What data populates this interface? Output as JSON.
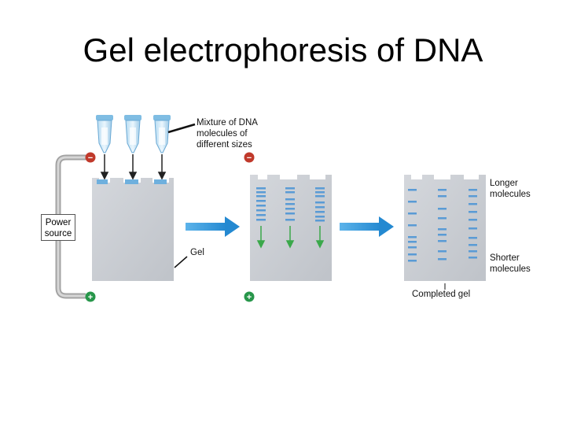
{
  "title": "Gel electrophoresis of DNA",
  "labels": {
    "mixture": "Mixture of DNA molecules of different sizes",
    "mixture_lines": [
      "Mixture of DNA",
      "molecules of",
      "different sizes"
    ],
    "power_lines": [
      "Power",
      "source"
    ],
    "gel": "Gel",
    "longer_lines": [
      "Longer",
      "molecules"
    ],
    "shorter_lines": [
      "Shorter",
      "molecules"
    ],
    "completed": "Completed gel"
  },
  "electrodes": {
    "negative": "−",
    "positive": "+"
  },
  "colors": {
    "gel": "#c9ccd1",
    "band": "#5a9bd5",
    "arrow": "#3a9ad9",
    "wire": "#9a9a9a",
    "negative": "#c0392b",
    "positive": "#27964a",
    "migration_arrow": "#3aa84a"
  }
}
